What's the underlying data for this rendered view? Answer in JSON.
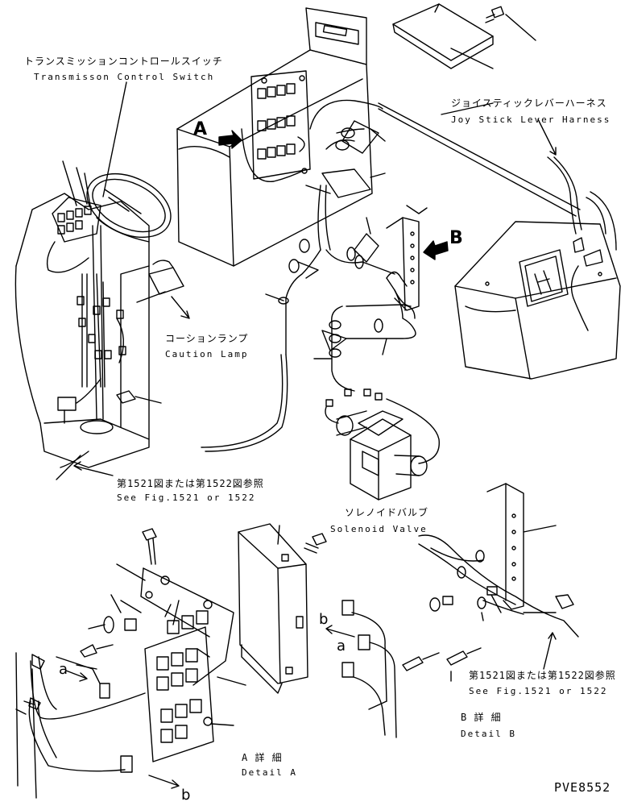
{
  "labels": {
    "transmission_switch": {
      "jp": "トランスミッションコントロールスイッチ",
      "en": "Transmisson Control Switch"
    },
    "joystick_harness": {
      "jp": "ジョイスティックレバーハーネス",
      "en": "Joy Stick Lever Harness"
    },
    "caution_lamp": {
      "jp": "コーションランプ",
      "en": "Caution Lamp"
    },
    "see_fig_left": {
      "jp": "第1521図または第1522図参照",
      "en": "See Fig.1521 or 1522"
    },
    "solenoid_valve": {
      "jp": "ソレノイドバルブ",
      "en": "Solenoid Valve"
    },
    "see_fig_right": {
      "jp": "第1521図または第1522図参照",
      "en": "See Fig.1521 or 1522"
    },
    "detail_a": {
      "jp": "A 詳 細",
      "en": "Detail A"
    },
    "detail_b": {
      "jp": "B 詳 細",
      "en": "Detail B"
    }
  },
  "markers": {
    "A": "A",
    "B": "B",
    "a_left": "a",
    "b_left": "b",
    "a_right": "a",
    "b_right": "b"
  },
  "drawing_code": "PVE8552"
}
